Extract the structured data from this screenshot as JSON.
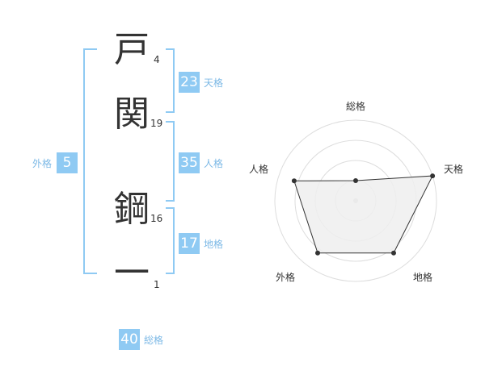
{
  "colors": {
    "accent": "#8fcaf3",
    "bracket": "#8fcaf3",
    "label": "#7db9e6",
    "text": "#333333",
    "grid": "#dddddd",
    "fill": "#eeeeee",
    "line": "#333333"
  },
  "name": {
    "chars": [
      {
        "char": "戸",
        "strokes": "4"
      },
      {
        "char": "関",
        "strokes": "19"
      },
      {
        "char": "鋼",
        "strokes": "16"
      },
      {
        "char": "一",
        "strokes": "1"
      }
    ]
  },
  "kakusu": {
    "tenkaku": {
      "value": "23",
      "label": "天格"
    },
    "jinkaku": {
      "value": "35",
      "label": "人格"
    },
    "chikaku": {
      "value": "17",
      "label": "地格"
    },
    "gaikaku": {
      "value": "5",
      "label": "外格"
    },
    "soukaku": {
      "value": "40",
      "label": "総格"
    }
  },
  "chart_data": {
    "type": "radar",
    "axes": [
      "総格",
      "天格",
      "地格",
      "外格",
      "人格"
    ],
    "values": [
      0.25,
      1.0,
      0.8,
      0.8,
      0.8
    ],
    "rings": 4,
    "range": [
      0,
      1
    ]
  }
}
